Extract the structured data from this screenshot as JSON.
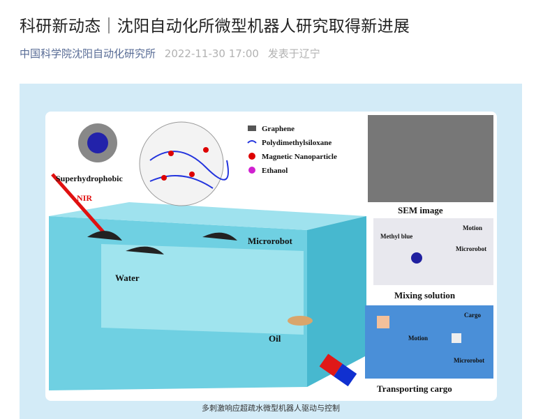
{
  "article": {
    "title": "科研新动态｜沈阳自动化所微型机器人研究取得新进展",
    "source": "中国科学院沈阳自动化研究所",
    "time": "2022-11-30 17:00",
    "location": "发表于辽宁"
  },
  "figure": {
    "caption": "多刺激响应超疏水微型机器人驱动与控制",
    "legend": [
      "Graphene",
      "Polydimethylsiloxane",
      "Magnetic Nanoparticle",
      "Ethanol"
    ],
    "labels": {
      "superhydrophobic": "Superhydrophobic",
      "nir": "NIR",
      "microrobot": "Microrobot",
      "water": "Water",
      "oil": "Oil",
      "sem": "SEM image",
      "mixing": "Mixing solution",
      "methyl_blue": "Methyl blue",
      "motion": "Motion",
      "microrobot_small": "Microrobot",
      "transporting": "Transporting cargo",
      "cargo": "Cargo"
    },
    "colors": {
      "panel_bg": "#d3ebf7",
      "water": "#5fc8dc",
      "source_link": "#576b95"
    }
  }
}
